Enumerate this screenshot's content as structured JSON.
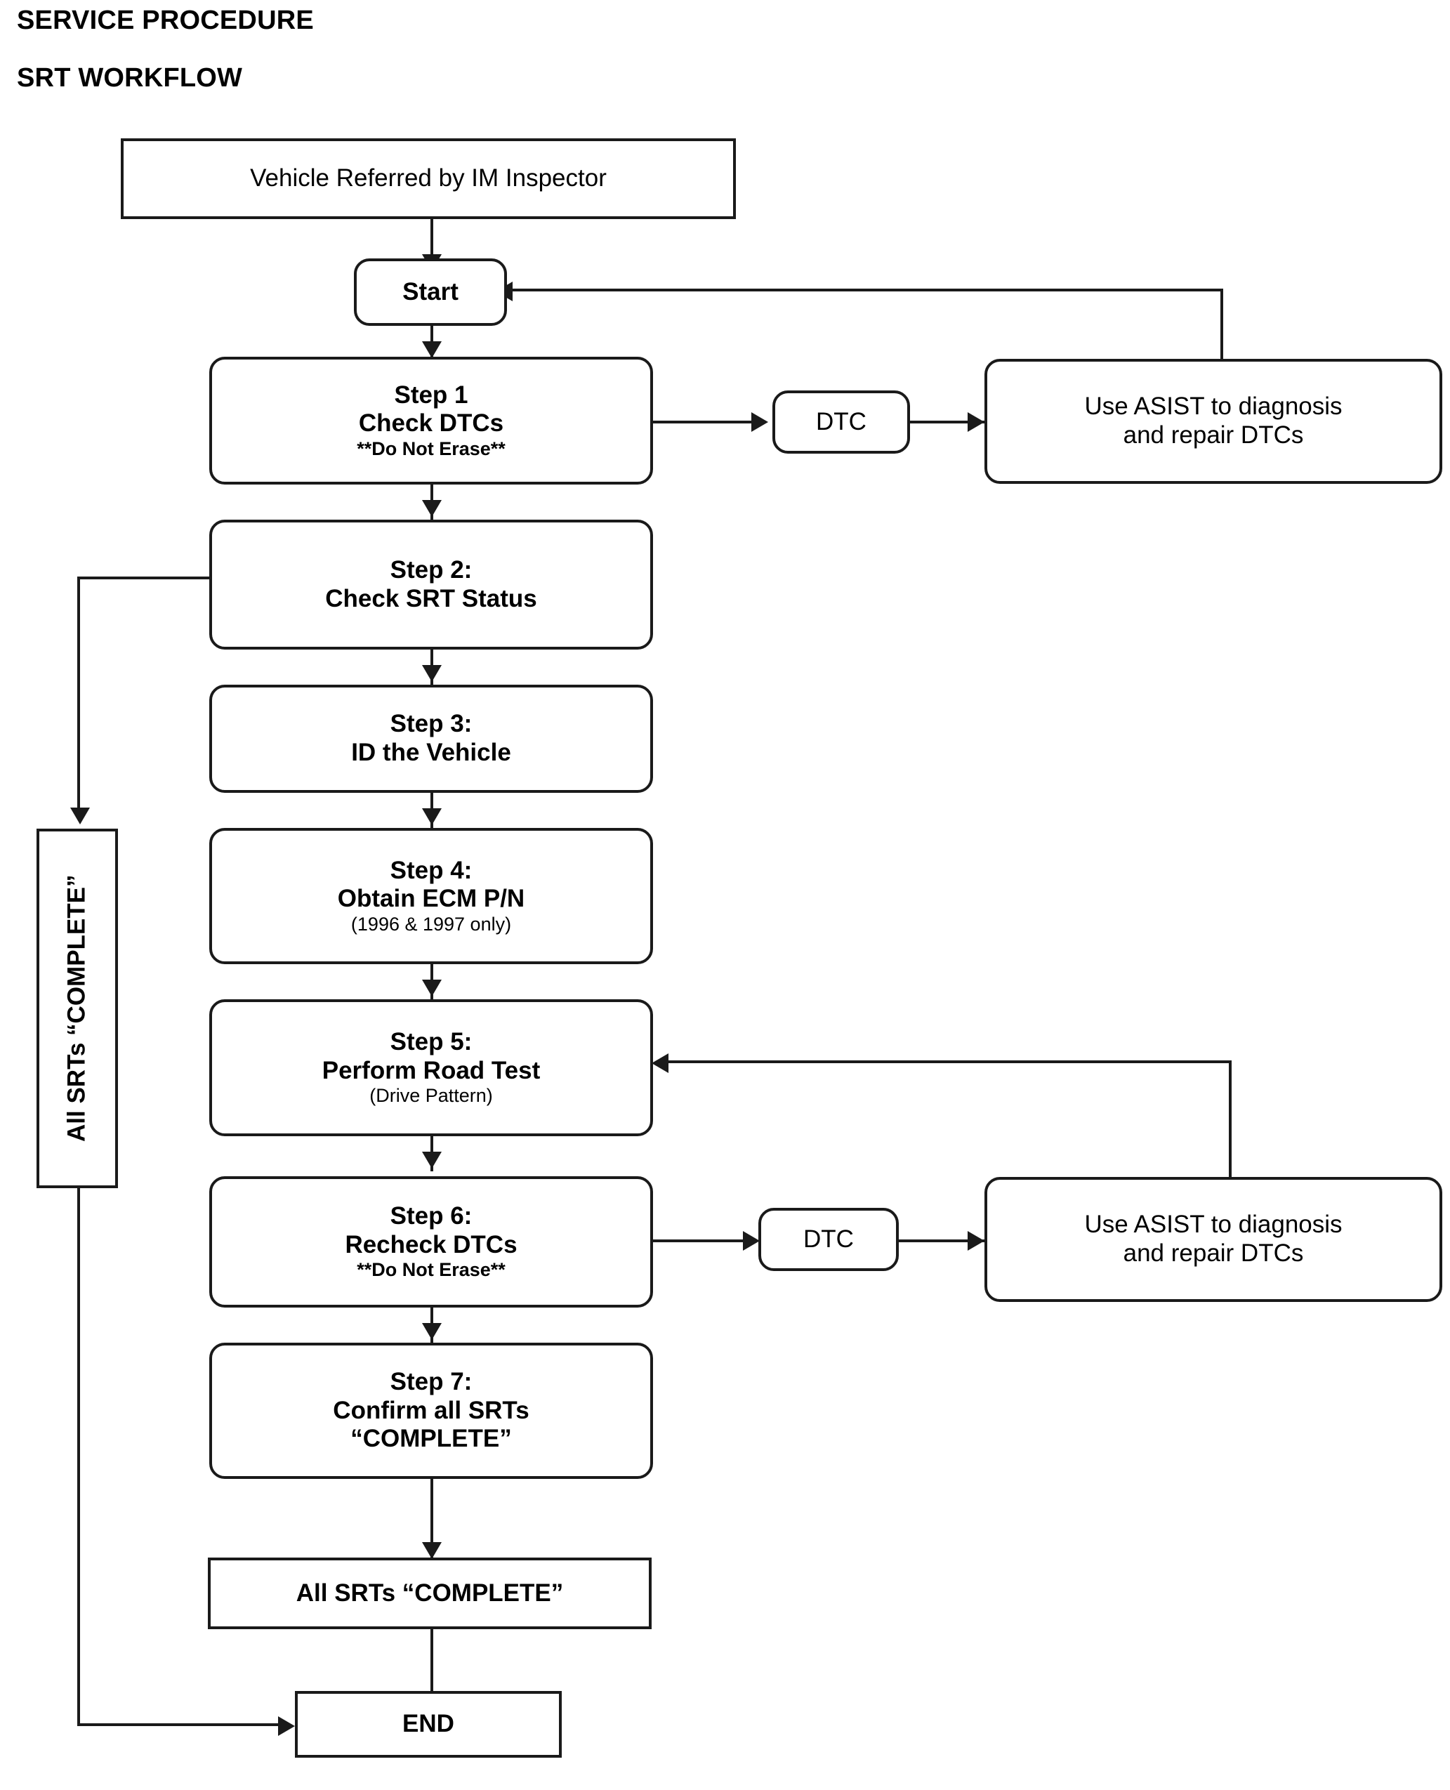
{
  "header": {
    "line1": "SERVICE PROCEDURE",
    "line2": "SRT WORKFLOW"
  },
  "chart_data": {
    "type": "diagram",
    "title": "SRT WORKFLOW",
    "nodes": [
      {
        "id": "referral",
        "label": "Vehicle Referred by IM Inspector",
        "shape": "rectangle",
        "bold": false
      },
      {
        "id": "start",
        "label": "Start",
        "shape": "rounded",
        "bold": true
      },
      {
        "id": "step1",
        "label": "Step 1",
        "sub1": "Check DTCs",
        "sub2": "**Do Not Erase**",
        "shape": "rounded",
        "bold": true
      },
      {
        "id": "dtc1",
        "label": "DTC",
        "shape": "rounded",
        "bold": false
      },
      {
        "id": "asist1",
        "label": "Use ASIST to diagnosis",
        "sub1": "and repair DTCs",
        "shape": "rounded",
        "bold": false
      },
      {
        "id": "step2",
        "label": "Step 2:",
        "sub1": "Check SRT Status",
        "shape": "rounded",
        "bold": true
      },
      {
        "id": "step3",
        "label": "Step 3:",
        "sub1": "ID the Vehicle",
        "shape": "rounded",
        "bold": true
      },
      {
        "id": "step4",
        "label": "Step 4:",
        "sub1": "Obtain ECM P/N",
        "sub2": "(1996 & 1997 only)",
        "shape": "rounded",
        "bold": true
      },
      {
        "id": "step5",
        "label": "Step 5:",
        "sub1": "Perform Road Test",
        "sub2": "(Drive Pattern)",
        "shape": "rounded",
        "bold": true
      },
      {
        "id": "step6",
        "label": "Step 6:",
        "sub1": "Recheck DTCs",
        "sub2": "**Do Not Erase**",
        "shape": "rounded",
        "bold": true
      },
      {
        "id": "dtc2",
        "label": "DTC",
        "shape": "rounded",
        "bold": false
      },
      {
        "id": "asist2",
        "label": "Use ASIST to diagnosis",
        "sub1": "and repair DTCs",
        "shape": "rounded",
        "bold": false
      },
      {
        "id": "step7",
        "label": "Step 7:",
        "sub1": "Confirm all SRTs",
        "sub2": "“COMPLETE”",
        "shape": "rounded",
        "bold": true
      },
      {
        "id": "complete",
        "label": "All SRTs “COMPLETE”",
        "shape": "rectangle",
        "bold": true
      },
      {
        "id": "end",
        "label": "END",
        "shape": "rectangle",
        "bold": true
      },
      {
        "id": "vertical",
        "label": "All SRTs “COMPLETE”",
        "shape": "rectangle",
        "bold": true,
        "orientation": "vertical"
      }
    ],
    "edges": [
      {
        "from": "referral",
        "to": "start"
      },
      {
        "from": "start",
        "to": "step1"
      },
      {
        "from": "step1",
        "to": "dtc1"
      },
      {
        "from": "dtc1",
        "to": "asist1"
      },
      {
        "from": "asist1",
        "to": "start",
        "routing": "up-left"
      },
      {
        "from": "step1",
        "to": "step2"
      },
      {
        "from": "step2",
        "to": "step3"
      },
      {
        "from": "step2",
        "to": "vertical",
        "routing": "left-down"
      },
      {
        "from": "step3",
        "to": "step4"
      },
      {
        "from": "step4",
        "to": "step5"
      },
      {
        "from": "step5",
        "to": "step6"
      },
      {
        "from": "step6",
        "to": "dtc2"
      },
      {
        "from": "dtc2",
        "to": "asist2"
      },
      {
        "from": "asist2",
        "to": "step5",
        "routing": "up-left"
      },
      {
        "from": "step6",
        "to": "step7"
      },
      {
        "from": "step7",
        "to": "complete"
      },
      {
        "from": "complete",
        "to": "end"
      },
      {
        "from": "vertical",
        "to": "end",
        "routing": "down-right"
      }
    ]
  },
  "nodes": {
    "referral": {
      "l1": "Vehicle Referred by IM Inspector"
    },
    "start": {
      "l1": "Start"
    },
    "step1": {
      "l1": "Step 1",
      "l2": "Check DTCs",
      "l3": "**Do Not Erase**"
    },
    "dtc1": {
      "l1": "DTC"
    },
    "asist1": {
      "l1": "Use ASIST to diagnosis",
      "l2": "and repair DTCs"
    },
    "step2": {
      "l1": "Step 2:",
      "l2": "Check SRT Status"
    },
    "step3": {
      "l1": "Step 3:",
      "l2": "ID the Vehicle"
    },
    "step4": {
      "l1": "Step 4:",
      "l2": "Obtain ECM P/N",
      "l3": "(1996 & 1997 only)"
    },
    "step5": {
      "l1": "Step 5:",
      "l2": "Perform Road Test",
      "l3": "(Drive Pattern)"
    },
    "step6": {
      "l1": "Step 6:",
      "l2": "Recheck DTCs",
      "l3": "**Do Not Erase**"
    },
    "dtc2": {
      "l1": "DTC"
    },
    "asist2": {
      "l1": "Use ASIST to diagnosis",
      "l2": "and repair DTCs"
    },
    "step7": {
      "l1": "Step 7:",
      "l2": "Confirm all SRTs",
      "l3": "“COMPLETE”"
    },
    "complete": {
      "l1": "All SRTs “COMPLETE”"
    },
    "end": {
      "l1": "END"
    },
    "vertical": {
      "l1": "All SRTs “COMPLETE”"
    }
  },
  "colors": {
    "line": "#1a1a1a",
    "background": "#ffffff",
    "text": "#000000"
  }
}
